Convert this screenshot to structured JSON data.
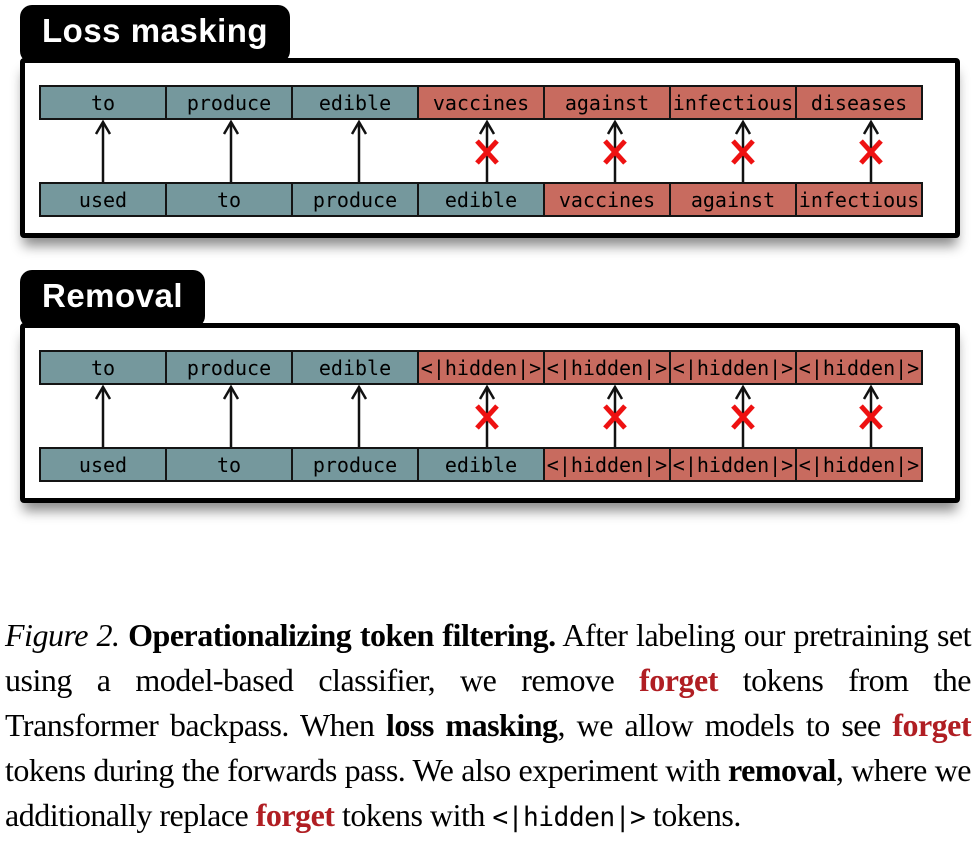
{
  "panels": [
    {
      "label": "Loss masking",
      "top_tokens": [
        {
          "text": "to",
          "type": "keep"
        },
        {
          "text": "produce",
          "type": "keep"
        },
        {
          "text": "edible",
          "type": "keep"
        },
        {
          "text": "vaccines",
          "type": "forget"
        },
        {
          "text": "against",
          "type": "forget"
        },
        {
          "text": "infectious",
          "type": "forget"
        },
        {
          "text": "diseases",
          "type": "forget"
        }
      ],
      "bottom_tokens": [
        {
          "text": "used",
          "type": "keep"
        },
        {
          "text": "to",
          "type": "keep"
        },
        {
          "text": "produce",
          "type": "keep"
        },
        {
          "text": "edible",
          "type": "keep"
        },
        {
          "text": "vaccines",
          "type": "forget"
        },
        {
          "text": "against",
          "type": "forget"
        },
        {
          "text": "infectious",
          "type": "forget"
        }
      ],
      "arrows": [
        {
          "crossed": false
        },
        {
          "crossed": false
        },
        {
          "crossed": false
        },
        {
          "crossed": true
        },
        {
          "crossed": true
        },
        {
          "crossed": true
        },
        {
          "crossed": true
        }
      ]
    },
    {
      "label": "Removal",
      "top_tokens": [
        {
          "text": "to",
          "type": "keep"
        },
        {
          "text": "produce",
          "type": "keep"
        },
        {
          "text": "edible",
          "type": "keep"
        },
        {
          "text": "<|hidden|>",
          "type": "forget"
        },
        {
          "text": "<|hidden|>",
          "type": "forget"
        },
        {
          "text": "<|hidden|>",
          "type": "forget"
        },
        {
          "text": "<|hidden|>",
          "type": "forget"
        }
      ],
      "bottom_tokens": [
        {
          "text": "used",
          "type": "keep"
        },
        {
          "text": "to",
          "type": "keep"
        },
        {
          "text": "produce",
          "type": "keep"
        },
        {
          "text": "edible",
          "type": "keep"
        },
        {
          "text": "<|hidden|>",
          "type": "forget"
        },
        {
          "text": "<|hidden|>",
          "type": "forget"
        },
        {
          "text": "<|hidden|>",
          "type": "forget"
        }
      ],
      "arrows": [
        {
          "crossed": false
        },
        {
          "crossed": false
        },
        {
          "crossed": false
        },
        {
          "crossed": true
        },
        {
          "crossed": true
        },
        {
          "crossed": true
        },
        {
          "crossed": true
        }
      ]
    }
  ],
  "caption": {
    "segments": [
      {
        "style": "italic",
        "text": "Figure 2."
      },
      {
        "style": "plain",
        "text": " "
      },
      {
        "style": "bold",
        "text": "Operationalizing token filtering."
      },
      {
        "style": "plain",
        "text": "  After labeling our pretraining set using a model-based classifier, we remove "
      },
      {
        "style": "boldred",
        "text": "forget"
      },
      {
        "style": "plain",
        "text": " tokens from the Transformer backpass. When "
      },
      {
        "style": "bold",
        "text": "loss masking"
      },
      {
        "style": "plain",
        "text": ", we allow models to see "
      },
      {
        "style": "boldred",
        "text": "forget"
      },
      {
        "style": "plain",
        "text": " tokens during the forwards pass. We also experiment with "
      },
      {
        "style": "bold",
        "text": "removal"
      },
      {
        "style": "plain",
        "text": ", where we additionally replace "
      },
      {
        "style": "boldred",
        "text": "forget"
      },
      {
        "style": "plain",
        "text": " tokens with "
      },
      {
        "style": "mono",
        "text": "<|hidden|>"
      },
      {
        "style": "plain",
        "text": " tokens."
      }
    ]
  },
  "colors": {
    "keep_token": "#75989D",
    "forget_token": "#C86B5F",
    "cross_mark": "#EE1111",
    "caption_accent": "#B01E23",
    "tab_background": "#000000"
  }
}
